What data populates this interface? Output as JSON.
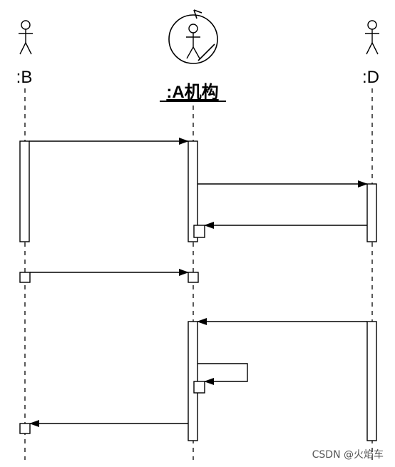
{
  "lifelines": [
    {
      "id": "B",
      "label": ":B",
      "kind": "actor"
    },
    {
      "id": "A",
      "label": ":A机构",
      "kind": "agency"
    },
    {
      "id": "D",
      "label": ":D",
      "kind": "actor"
    }
  ],
  "watermark": "CSDN @火焰车",
  "colors": {
    "ink": "#000000",
    "background": "#ffffff"
  }
}
